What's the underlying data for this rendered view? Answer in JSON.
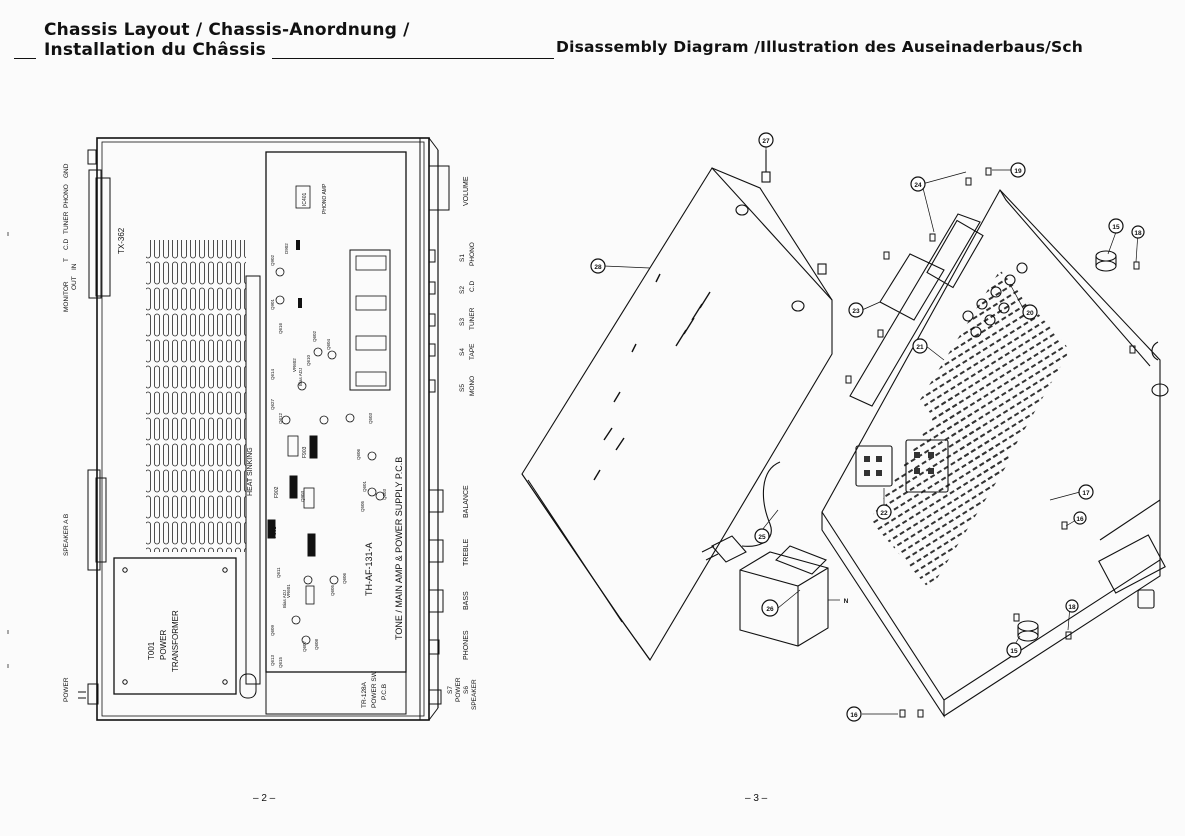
{
  "header": {
    "line1": "Chassis Layout / Chassis-Anordnung /",
    "line2": "Installation du Châssis",
    "right": "Disassembly Diagram /Illustration des Auseinaderbaus/Sch"
  },
  "page_numbers": {
    "left": "– 2 –",
    "right": "– 3 –"
  },
  "chassis": {
    "jacks": {
      "gnd": "GND",
      "phono": "PHONO",
      "tuner": "TUNER",
      "cd": "C.D",
      "t": "T",
      "in": "IN",
      "monitor": "MONITOR",
      "out": "OUT"
    },
    "tx362": "TX-362",
    "speaker": "SPEAKER  A  B",
    "power": "POWER",
    "transformer": [
      "T001",
      "POWER",
      "TRANSFORMER"
    ],
    "heat_sinking": "HEAT SINKING",
    "board_name": "TH-AF-131-A",
    "board_title": "TONE / MAIN  AMP & POWER  SUPPLY P.C.B",
    "power_sw_pcb": [
      "TR-128A",
      "POWER SW",
      "P.C.B"
    ],
    "ic401": "IC401",
    "phono_amp": "PHONO AMP",
    "fuses": [
      "F901",
      "F902",
      "F903"
    ],
    "components": [
      "Q902",
      "D902",
      "Q901",
      "Q616",
      "Q610",
      "Q614",
      "Q615",
      "Q609",
      "Q604",
      "Q602",
      "Q605",
      "Q606",
      "Q627",
      "Q611",
      "Q612",
      "Q903",
      "Q601",
      "Q603",
      "Q607",
      "Q608",
      "Q613",
      "Q606",
      "VR601",
      "VR602",
      "Q505",
      "Q503"
    ],
    "bias_adj": "Bias ADJ",
    "front": {
      "volume": "VOLUME",
      "s1": "S1",
      "s1_label": "PHONO",
      "s2": "S2",
      "s2_label": "C.D",
      "s3": "S3",
      "s3_label": "TUNER",
      "s4": "S4",
      "s4_label": "TAPE",
      "s5": "S5",
      "s5_label": "MONO",
      "balance": "BALANCE",
      "treble": "TREBLE",
      "bass": "BASS",
      "phones": "PHONES",
      "s7": "S7",
      "s7_label": "POWER",
      "s6": "S6",
      "s6_label": "SPEAKER"
    }
  },
  "callouts": {
    "c27": "27",
    "c28": "28",
    "c24": "24",
    "c19": "19",
    "c15a": "15",
    "c18a": "18",
    "c23": "23",
    "c20": "20",
    "c21": "21",
    "c22": "22",
    "c17": "17",
    "c16a": "16",
    "c25": "25",
    "c26": "26",
    "n": "N",
    "c18b": "18",
    "c15b": "15",
    "c16b": "16"
  }
}
